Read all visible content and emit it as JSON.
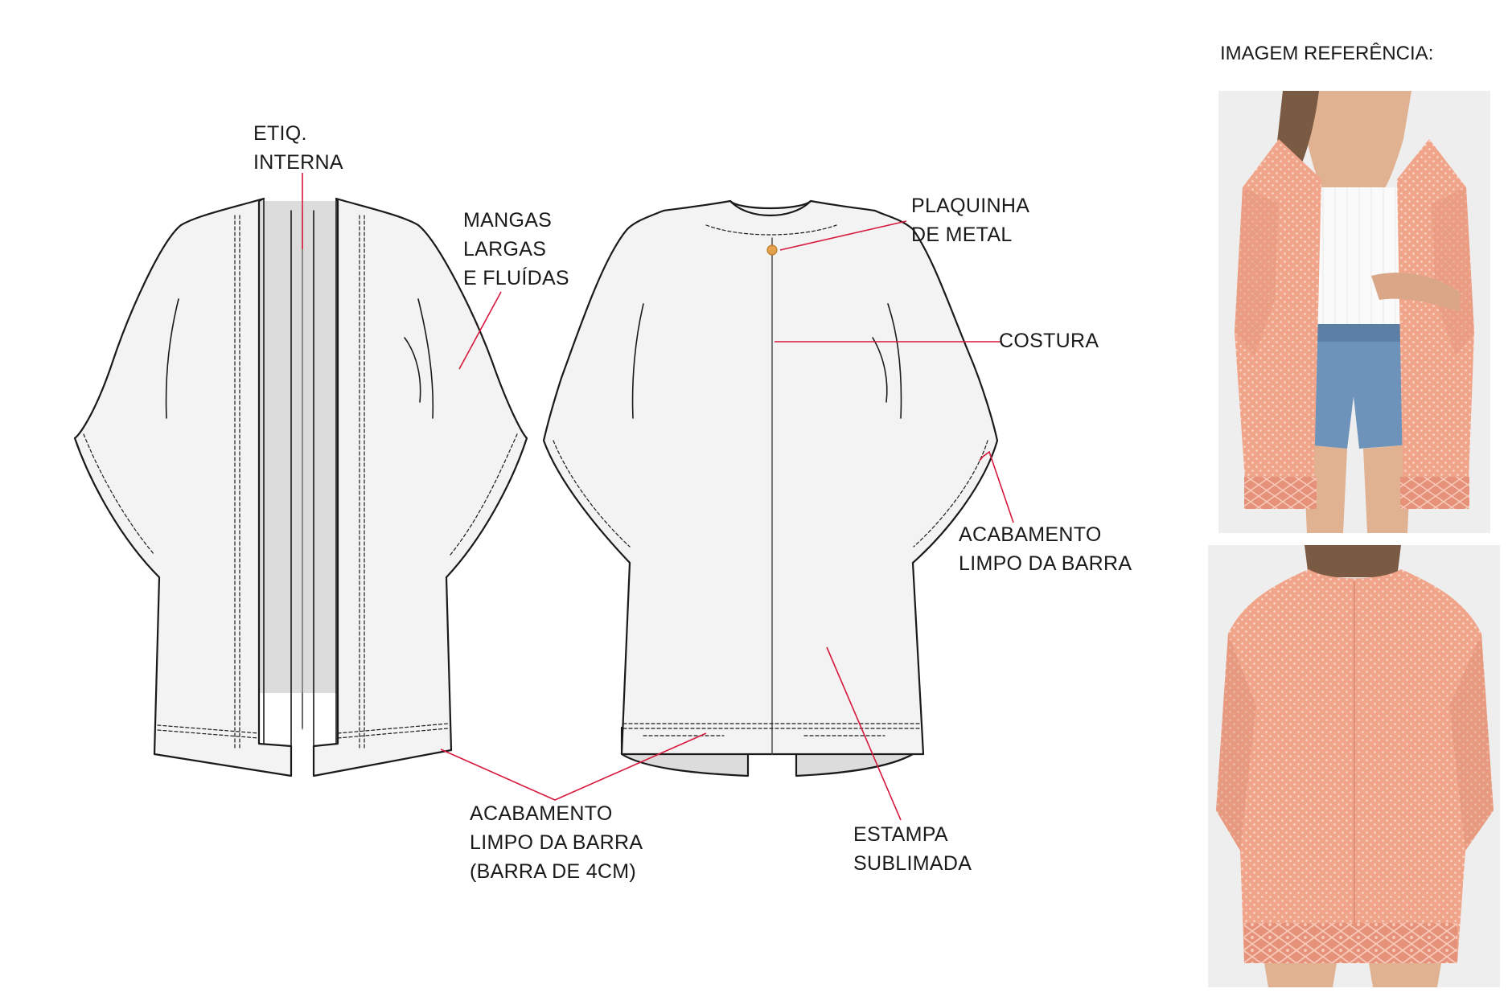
{
  "reference_title": "IMAGEM REFERÊNCIA:",
  "labels": {
    "etiq": [
      "ETIQ.",
      "INTERNA"
    ],
    "mangas": [
      "MANGAS",
      "LARGAS",
      "E FLUÍDAS"
    ],
    "plaquinha": [
      "PLAQUINHA",
      "DE METAL"
    ],
    "costura": [
      "COSTURA"
    ],
    "acabamento_manga": [
      "ACABAMENTO",
      "LIMPO DA BARRA"
    ],
    "acabamento_barra": [
      "ACABAMENTO",
      "LIMPO DA BARRA",
      "(BARRA DE 4CM)"
    ],
    "estampa": [
      "ESTAMPA",
      "SUBLIMADA"
    ]
  },
  "colors": {
    "garment_fill": "#f3f3f3",
    "lining": "#dcdcdc",
    "outline": "#1a1a1a",
    "callout_line": "#d8173c",
    "metal_plate": "#e3a24b",
    "print_base": "#f1a58a",
    "print_dot": "#f7d2c0",
    "lace": "#e9957a"
  },
  "reference_photos": [
    {
      "name": "front-view-photo",
      "view": "front"
    },
    {
      "name": "back-view-photo",
      "view": "back"
    }
  ]
}
